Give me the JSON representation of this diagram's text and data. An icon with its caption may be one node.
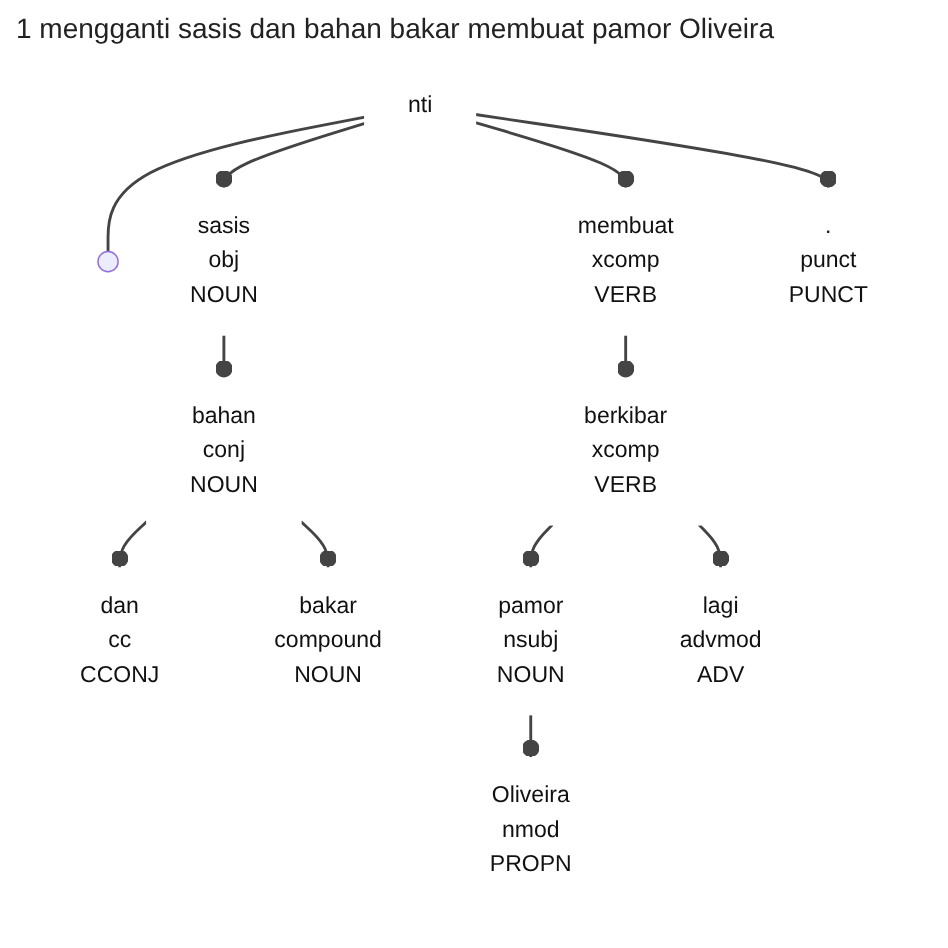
{
  "diagram": {
    "title": "1 mengganti sasis dan bahan bakar membuat pamor Oliveira",
    "nodes": [
      {
        "text": [
          "nti"
        ]
      },
      {
        "text": [],
        "shape": "circle"
      },
      {
        "text": [
          "sasis",
          "obj",
          "NOUN"
        ]
      },
      {
        "text": [
          "membuat",
          "xcomp",
          "VERB"
        ]
      },
      {
        "text": [
          ".",
          "punct",
          "PUNCT"
        ]
      },
      {
        "text": [
          "bahan",
          "conj",
          "NOUN"
        ]
      },
      {
        "text": [
          "berkibar",
          "xcomp",
          "VERB"
        ]
      },
      {
        "text": [
          "dan",
          "cc",
          "CCONJ"
        ]
      },
      {
        "text": [
          "bakar",
          "compound",
          "NOUN"
        ]
      },
      {
        "text": [
          "pamor",
          "nsubj",
          "NOUN"
        ]
      },
      {
        "text": [
          "lagi",
          "advmod",
          "ADV"
        ]
      },
      {
        "text": [
          "Oliveira",
          "nmod",
          "PROPN"
        ]
      }
    ],
    "edges": [
      {
        "from": 0,
        "to": 1,
        "arrow": "none"
      },
      {
        "from": 0,
        "to": 2,
        "arrow": "other"
      },
      {
        "from": 0,
        "to": 3,
        "arrow": "other"
      },
      {
        "from": 0,
        "to": 4,
        "arrow": "other"
      },
      {
        "from": 2,
        "to": 5,
        "arrow": "other"
      },
      {
        "from": 3,
        "to": 6,
        "arrow": "other"
      },
      {
        "from": 5,
        "to": 7,
        "arrow": "other"
      },
      {
        "from": 5,
        "to": 8,
        "arrow": "other"
      },
      {
        "from": 6,
        "to": 9,
        "arrow": "other"
      },
      {
        "from": 6,
        "to": 10,
        "arrow": "other"
      },
      {
        "from": 9,
        "to": 11,
        "arrow": "other"
      }
    ]
  }
}
